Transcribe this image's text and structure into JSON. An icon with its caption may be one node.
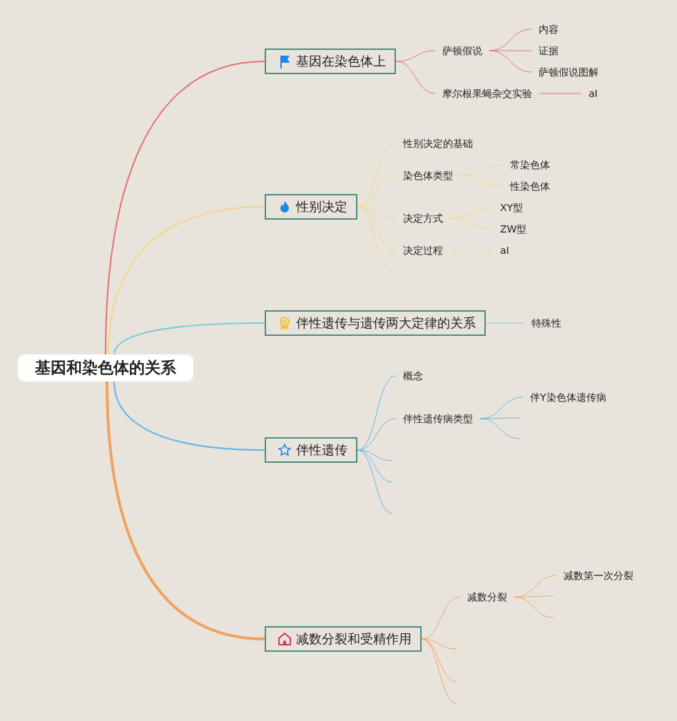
{
  "diagram": {
    "nodes": [
      {
        "text": [
          "基因和染色体的关系"
        ]
      },
      {
        "text": [
          "基因在染色体上"
        ]
      },
      {
        "text": [
          "萨顿假说"
        ]
      },
      {
        "text": [
          "内容"
        ]
      },
      {
        "text": [
          "证据"
        ]
      },
      {
        "text": [
          "萨顿假说图解"
        ]
      },
      {
        "text": [
          "摩尔根果蝇杂交实验"
        ]
      },
      {
        "text": [
          "aI"
        ]
      },
      {
        "text": [
          "性别决定"
        ]
      },
      {
        "text": [
          "性别决定的基础"
        ]
      },
      {
        "text": [
          "染色体类型"
        ]
      },
      {
        "text": [
          "常染色体"
        ]
      },
      {
        "text": [
          "性染色体"
        ]
      },
      {
        "text": [
          "决定方式"
        ]
      },
      {
        "text": [
          "XY型"
        ]
      },
      {
        "text": [
          "ZW型"
        ]
      },
      {
        "text": [
          "决定过程"
        ]
      },
      {
        "text": [
          "aI"
        ]
      },
      {
        "text": [
          "伴性遗传与遗传两大定律的关系"
        ]
      },
      {
        "text": [
          "特殊性"
        ]
      },
      {
        "text": [
          "伴性遗传"
        ]
      },
      {
        "text": [
          "概念"
        ]
      },
      {
        "text": [
          "伴性遗传病类型"
        ]
      },
      {
        "text": [
          "伴Y染色体遗传病"
        ]
      },
      {
        "text": [
          "减数分裂和受精作用"
        ]
      },
      {
        "text": [
          "减数分裂"
        ]
      },
      {
        "text": [
          "减数第一次分裂"
        ]
      }
    ],
    "edges": [
      {
        "from": 0,
        "to": 1,
        "arrow": "none",
        "color": "#e57373"
      },
      {
        "from": 1,
        "to": 2,
        "arrow": "none",
        "color": "#e57373"
      },
      {
        "from": 2,
        "to": 3,
        "arrow": "none",
        "color": "#e57373"
      },
      {
        "from": 2,
        "to": 4,
        "arrow": "none",
        "color": "#e57373"
      },
      {
        "from": 2,
        "to": 5,
        "arrow": "none",
        "color": "#e57373"
      },
      {
        "from": 1,
        "to": 6,
        "arrow": "none",
        "color": "#e57373"
      },
      {
        "from": 6,
        "to": 7,
        "arrow": "none",
        "color": "#e57373"
      },
      {
        "from": 0,
        "to": 8,
        "arrow": "none"
      },
      {
        "from": 8,
        "to": 9,
        "arrow": "none"
      },
      {
        "from": 8,
        "to": 10,
        "arrow": "none"
      },
      {
        "from": 10,
        "to": 11,
        "arrow": "none"
      },
      {
        "from": 10,
        "to": 12,
        "arrow": "none"
      },
      {
        "from": 8,
        "to": 13,
        "arrow": "none"
      },
      {
        "from": 13,
        "to": 14,
        "arrow": "none"
      },
      {
        "from": 13,
        "to": 15,
        "arrow": "none"
      },
      {
        "from": 8,
        "to": 16,
        "arrow": "none"
      },
      {
        "from": 16,
        "to": 17,
        "arrow": "none"
      },
      {
        "from": 8,
        "to": null,
        "arrow": "none"
      },
      {
        "from": 0,
        "to": 18,
        "arrow": "none",
        "color": "#7fcbdb"
      },
      {
        "from": 18,
        "to": 19,
        "arrow": "none",
        "color": "#7fcbdb"
      },
      {
        "from": 0,
        "to": 20,
        "arrow": "none",
        "color": "#64b5e8"
      },
      {
        "from": 20,
        "to": 21,
        "arrow": "none",
        "color": "#64b5e8"
      },
      {
        "from": 20,
        "to": 22,
        "arrow": "none",
        "color": "#64b5e8"
      },
      {
        "from": 22,
        "to": 23,
        "arrow": "none",
        "color": "#64b5e8"
      },
      {
        "from": 22,
        "to": null,
        "arrow": "none",
        "color": "#64b5e8"
      },
      {
        "from": 22,
        "to": null,
        "arrow": "none",
        "color": "#64b5e8"
      },
      {
        "from": 20,
        "to": null,
        "arrow": "none",
        "color": "#64b5e8"
      },
      {
        "from": 20,
        "to": null,
        "arrow": "none",
        "color": "#64b5e8"
      },
      {
        "from": 20,
        "to": null,
        "arrow": "none",
        "color": "#64b5e8"
      },
      {
        "from": 0,
        "to": 24,
        "arrow": "none",
        "style": "thick",
        "color": "#eea460"
      },
      {
        "from": 24,
        "to": 25,
        "arrow": "none",
        "color": "#eea460"
      },
      {
        "from": 25,
        "to": 26,
        "arrow": "none",
        "color": "#eea460"
      },
      {
        "from": 25,
        "to": null,
        "arrow": "none",
        "color": "#eea460"
      },
      {
        "from": 25,
        "to": null,
        "arrow": "none",
        "color": "#eea460"
      },
      {
        "from": 24,
        "to": null,
        "arrow": "none",
        "color": "#eea460"
      },
      {
        "from": 24,
        "to": null,
        "arrow": "none",
        "color": "#eea460"
      },
      {
        "from": 24,
        "to": null,
        "arrow": "none",
        "color": "#eea460"
      }
    ]
  }
}
